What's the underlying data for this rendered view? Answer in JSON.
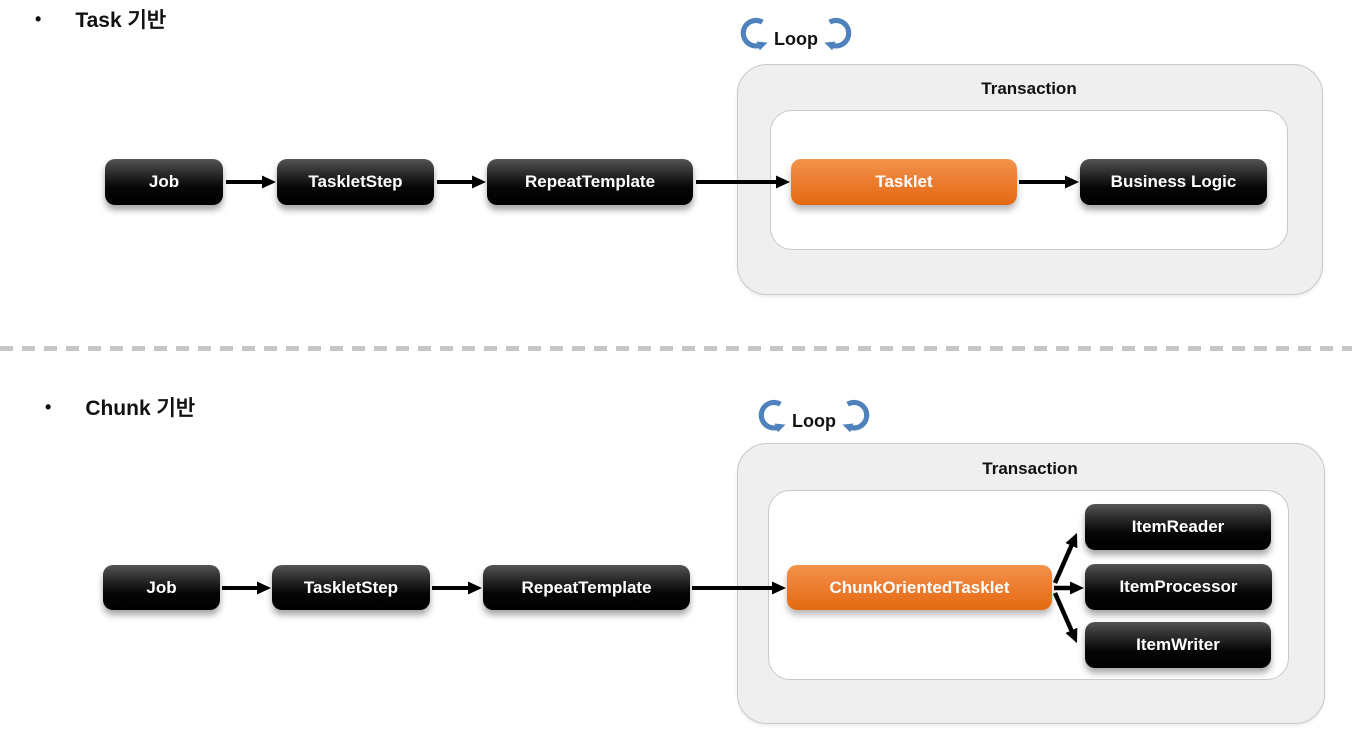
{
  "task": {
    "bullet": "•",
    "heading": "Task 기반",
    "loop": "Loop",
    "transaction": "Transaction",
    "job": "Job",
    "tasklet_step": "TaskletStep",
    "repeat_template": "RepeatTemplate",
    "tasklet": "Tasklet",
    "business_logic": "Business Logic"
  },
  "chunk": {
    "bullet": "•",
    "heading": "Chunk 기반",
    "loop": "Loop",
    "transaction": "Transaction",
    "job": "Job",
    "tasklet_step": "TaskletStep",
    "repeat_template": "RepeatTemplate",
    "chunk_oriented_tasklet": "ChunkOrientedTasklet",
    "item_reader": "ItemReader",
    "item_processor": "ItemProcessor",
    "item_writer": "ItemWriter"
  },
  "colors": {
    "accent_orange": "#ED7D31",
    "node_black": "#000000",
    "loop_blue": "#4F81BD",
    "container_fill": "#EFEFEF",
    "container_border": "#C9C9C9",
    "divider_gray": "#C6C6C6",
    "arrow_black": "#000000"
  }
}
